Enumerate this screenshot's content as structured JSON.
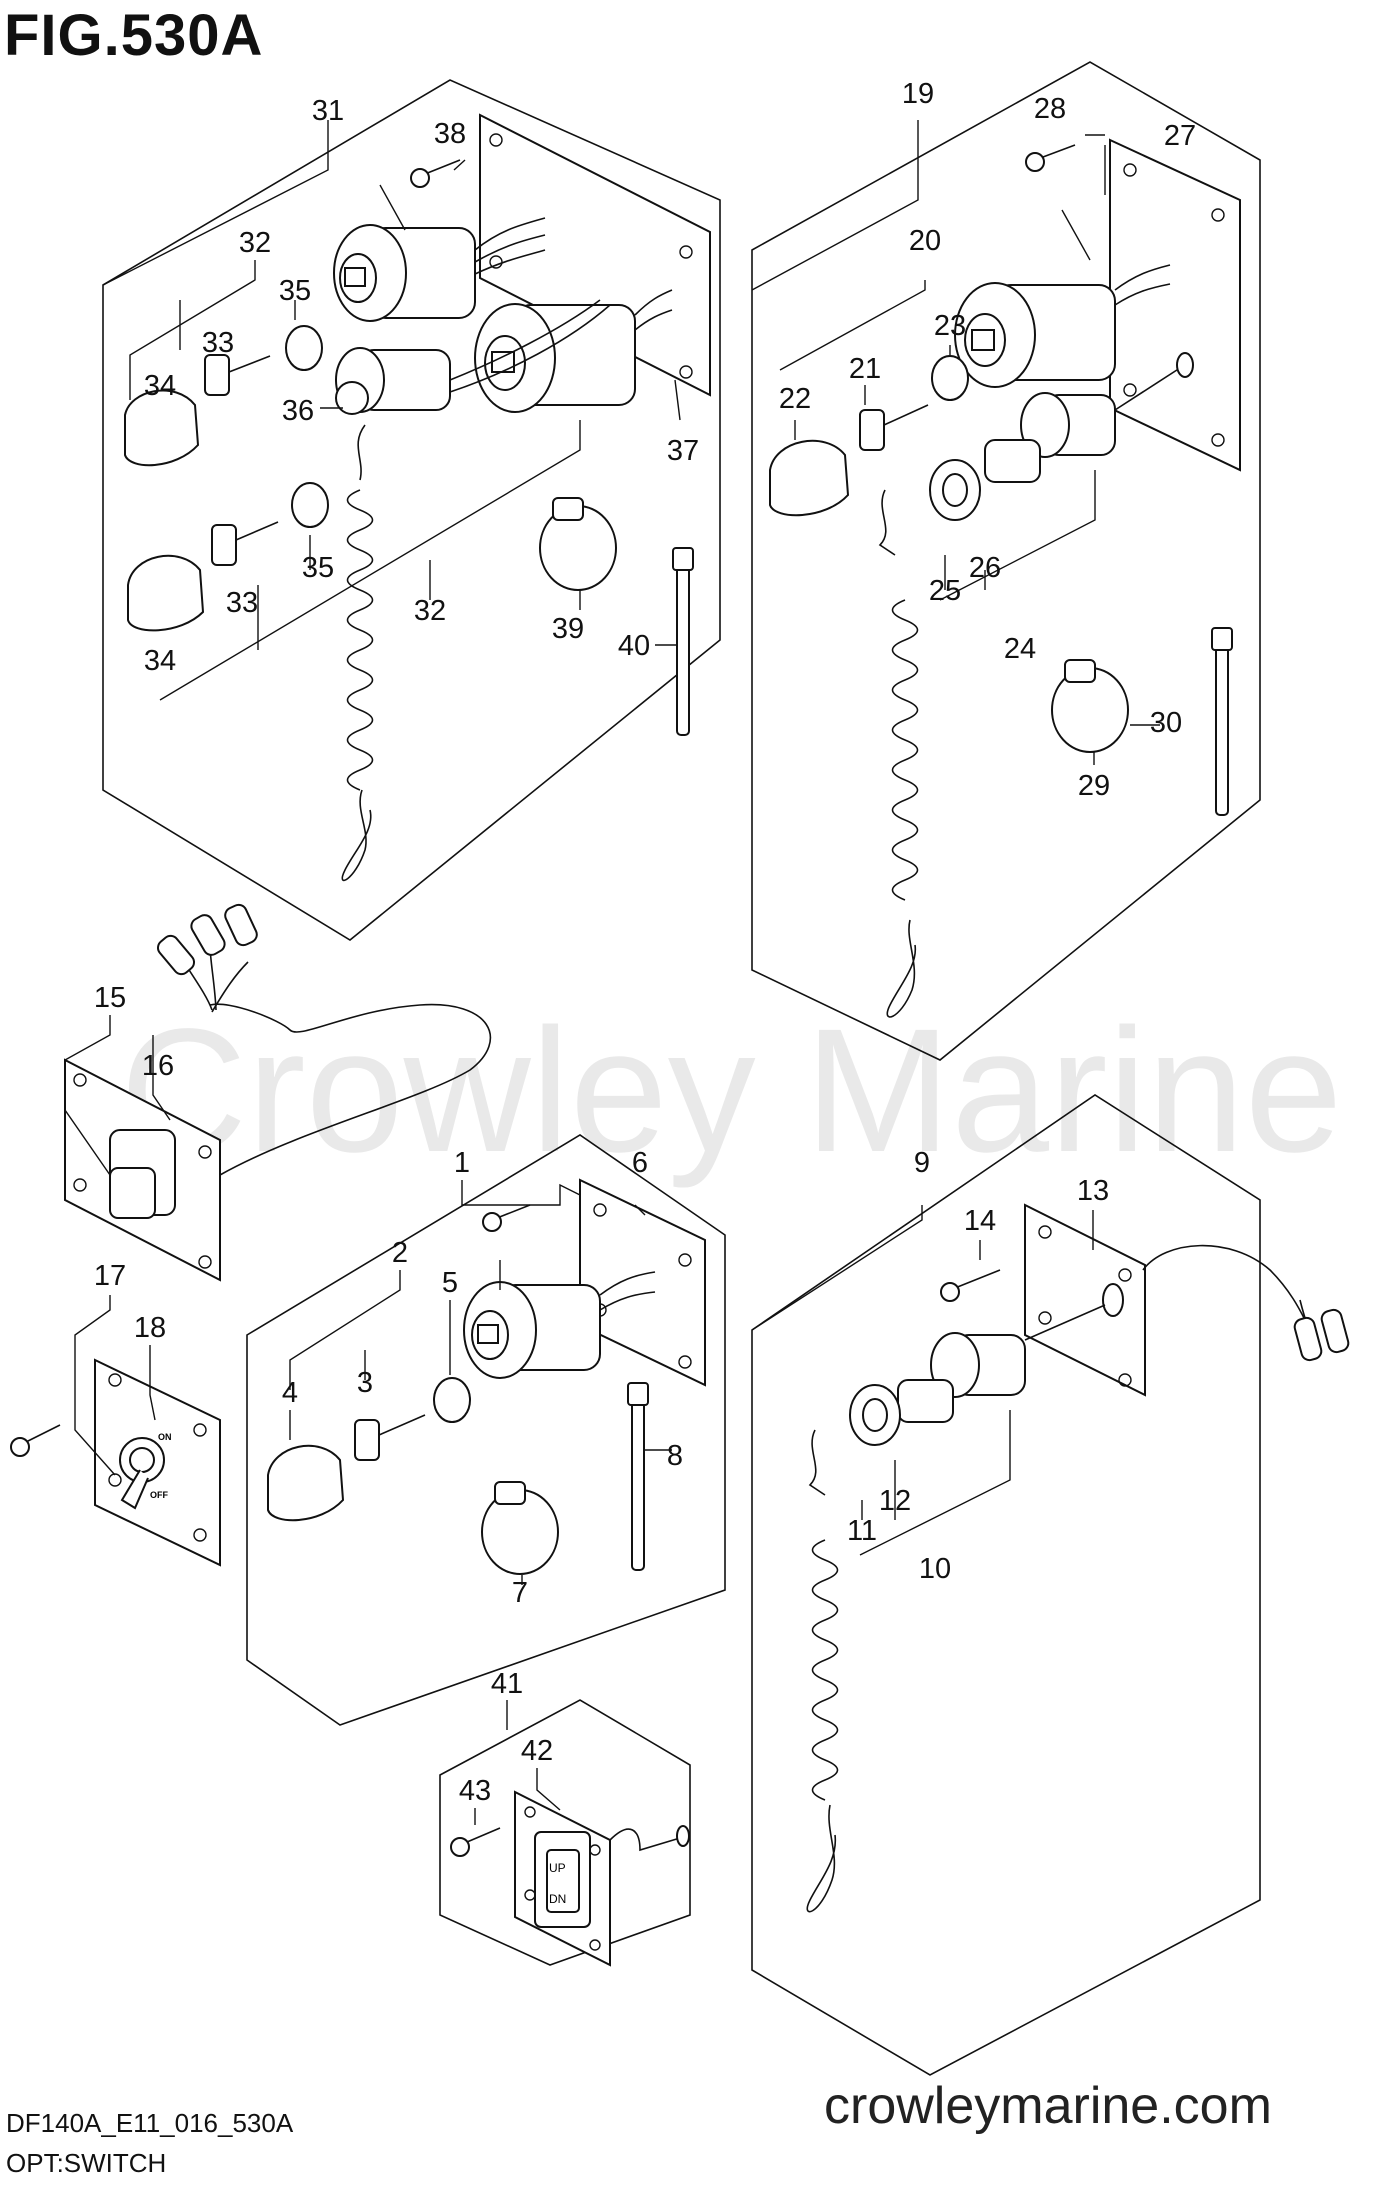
{
  "figure_title": "FIG.530A",
  "drawing_code": "DF140A_E11_016_530A",
  "subtitle": "OPT:SWITCH",
  "watermark": "Crowley Marine",
  "website": "crowleymarine.com",
  "panel_labels": {
    "on": "ON",
    "off": "OFF",
    "up": "UP",
    "dn": "DN"
  },
  "callouts": [
    "1",
    "2",
    "3",
    "4",
    "5",
    "6",
    "7",
    "8",
    "9",
    "10",
    "11",
    "12",
    "13",
    "14",
    "15",
    "16",
    "17",
    "18",
    "19",
    "20",
    "21",
    "22",
    "23",
    "24",
    "25",
    "26",
    "27",
    "28",
    "29",
    "30",
    "31",
    "32",
    "32",
    "33",
    "33",
    "34",
    "34",
    "35",
    "35",
    "36",
    "37",
    "38",
    "39",
    "40",
    "41",
    "42",
    "43"
  ]
}
